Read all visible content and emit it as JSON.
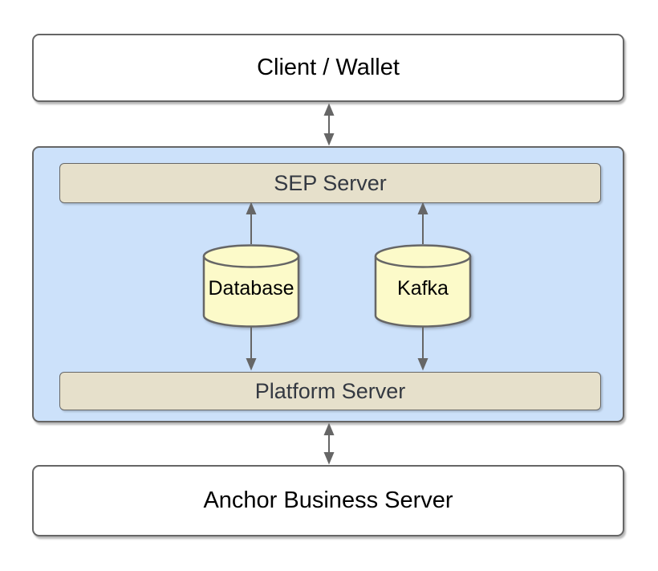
{
  "nodes": {
    "client": {
      "label": "Client / Wallet"
    },
    "sep_server": {
      "label": "SEP Server"
    },
    "database": {
      "label": "Database"
    },
    "kafka": {
      "label": "Kafka"
    },
    "platform_server": {
      "label": "Platform Server"
    },
    "anchor": {
      "label": "Anchor Business Server"
    }
  },
  "edges": [
    {
      "from": "Client / Wallet",
      "to": "SEP Server group",
      "style": "bidirectional-vertical"
    },
    {
      "from": "Database",
      "to": "SEP Server",
      "style": "arrow-up"
    },
    {
      "from": "Kafka",
      "to": "SEP Server",
      "style": "arrow-up"
    },
    {
      "from": "Database",
      "to": "Platform Server",
      "style": "arrow-down"
    },
    {
      "from": "Kafka",
      "to": "Platform Server",
      "style": "arrow-down"
    },
    {
      "from": "Platform Server group",
      "to": "Anchor Business Server",
      "style": "bidirectional-vertical"
    }
  ],
  "colors": {
    "group_fill": "#CCE1FA",
    "bar_fill": "#E6E0CB",
    "cylinder_fill": "#FCFAC9",
    "node_fill": "#FFFFFF",
    "stroke": "#666666",
    "arrow": "#666666",
    "label": "#000000",
    "bar_label": "#343942"
  }
}
